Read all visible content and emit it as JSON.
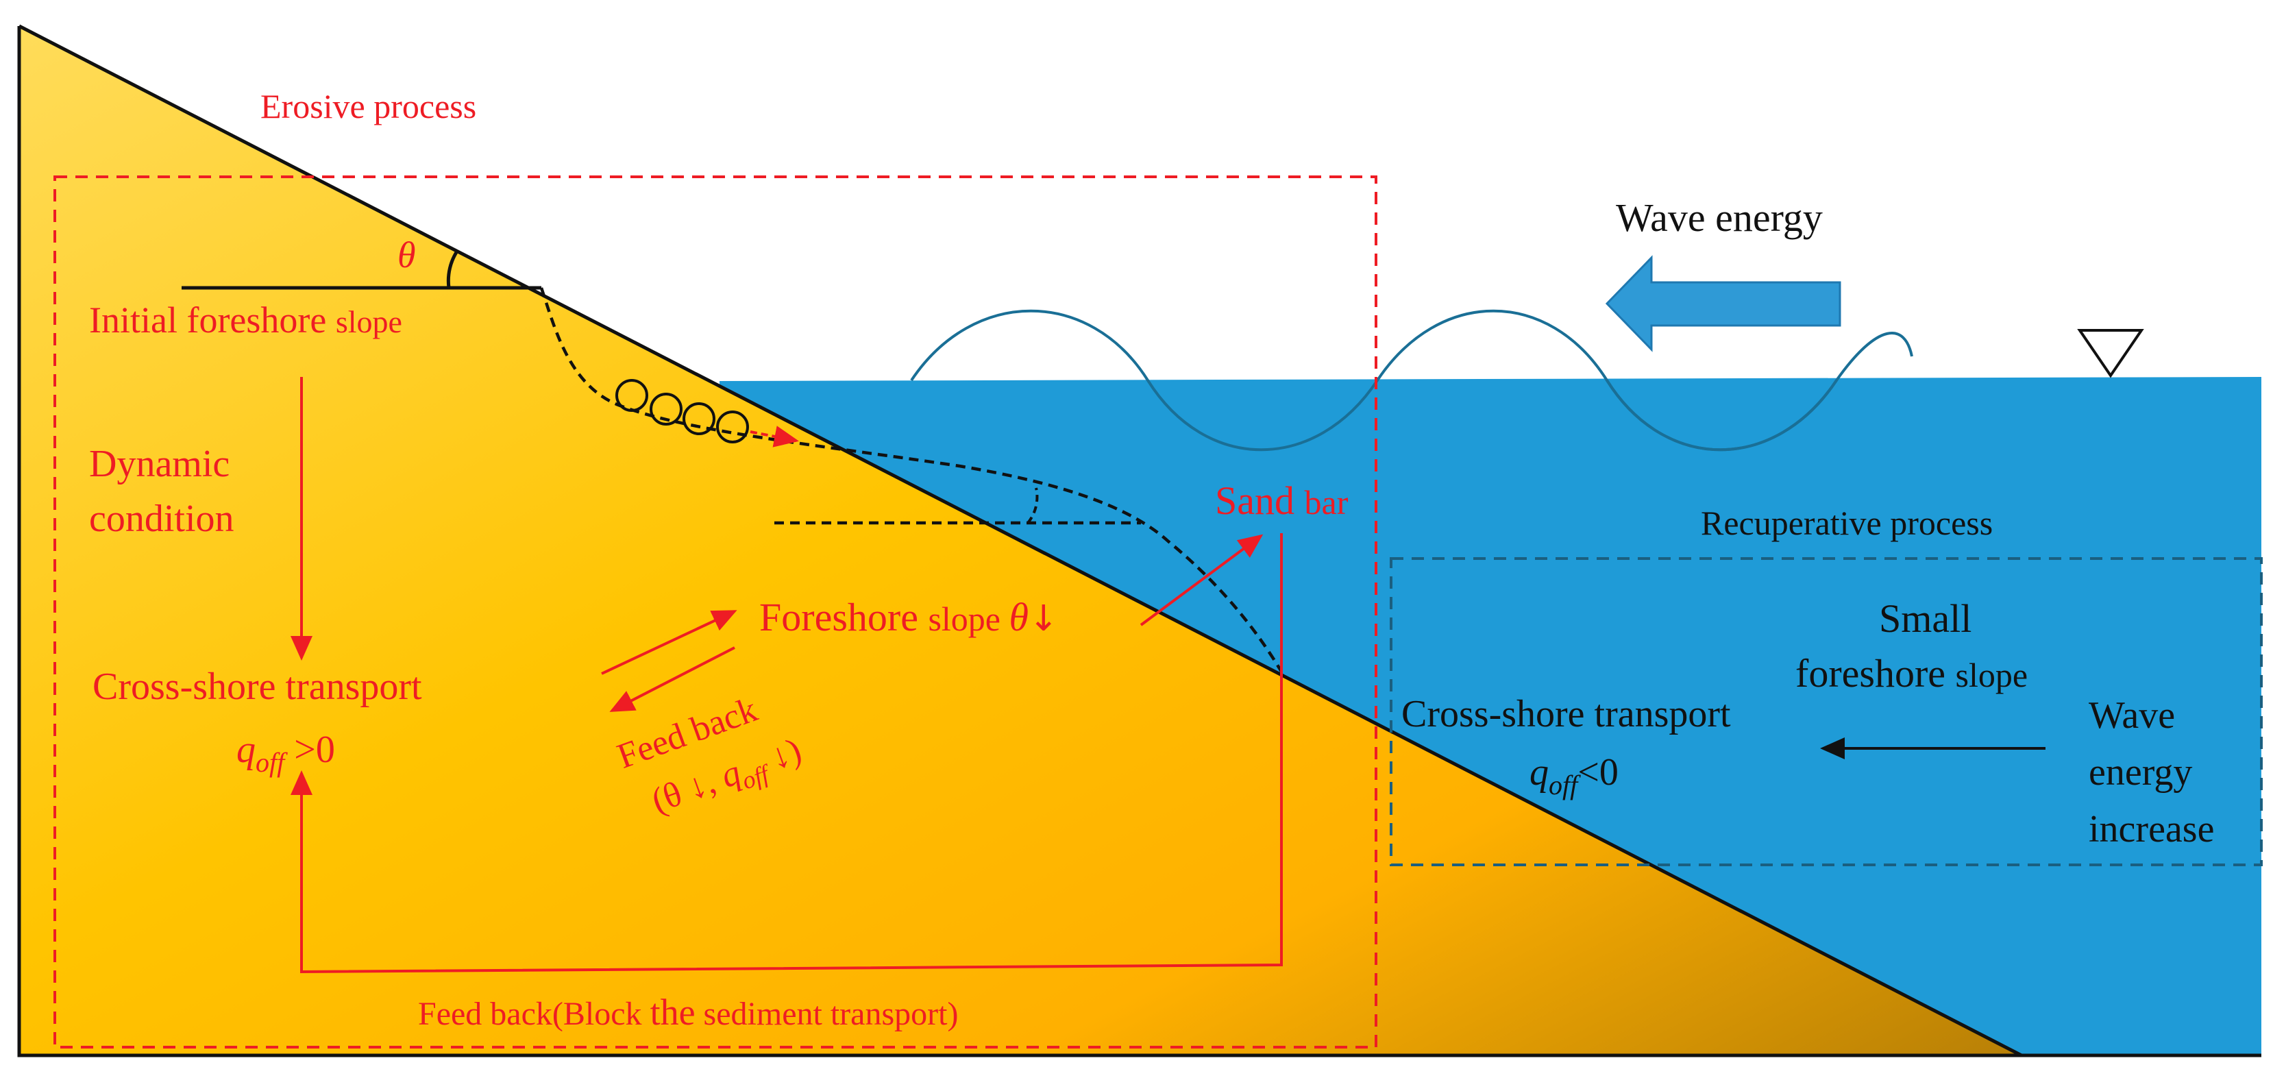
{
  "colors": {
    "sand_light": "#ffdc5a",
    "sand_mid": "#ffb400",
    "sand_dark": "#b88006",
    "water": "#1f9bd7",
    "wave_line": "#1a6f96",
    "arrow_blue": "#2f9ad6",
    "red": "#ee1c24",
    "black": "#111111"
  },
  "labels": {
    "erosive_process": "Erosive process",
    "theta": "θ",
    "initial_slope_main": "Initial foreshore ",
    "initial_slope_small": "slope",
    "dynamic": "Dynamic",
    "condition": "condition",
    "cross_shore_left": "Cross-shore transport",
    "q": "q",
    "off": "off",
    "gt_zero": " >0",
    "foreshore_main": "Foreshore ",
    "foreshore_small": "slope ",
    "foreshore_theta": "θ",
    "down_arrow": "↓",
    "feed_back": "Feed back",
    "fb_open": "(θ ↓, ",
    "fb_q": "q",
    "fb_off": "off",
    "fb_close": " ↓)",
    "sand_main": "Sand ",
    "sand_small": "bar",
    "feedback_bottom_a": "Feed back(Block ",
    "feedback_bottom_b": "the",
    "feedback_bottom_c": " sediment transport)",
    "wave_energy": "Wave energy",
    "recuperative": "Recuperative process",
    "small": "Small",
    "small_slope_main": "foreshore ",
    "small_slope_small": "slope",
    "cross_shore_right": "Cross-shore transport",
    "lt_zero": "<0",
    "wave": "Wave",
    "energy": "energy",
    "increase": "increase"
  }
}
